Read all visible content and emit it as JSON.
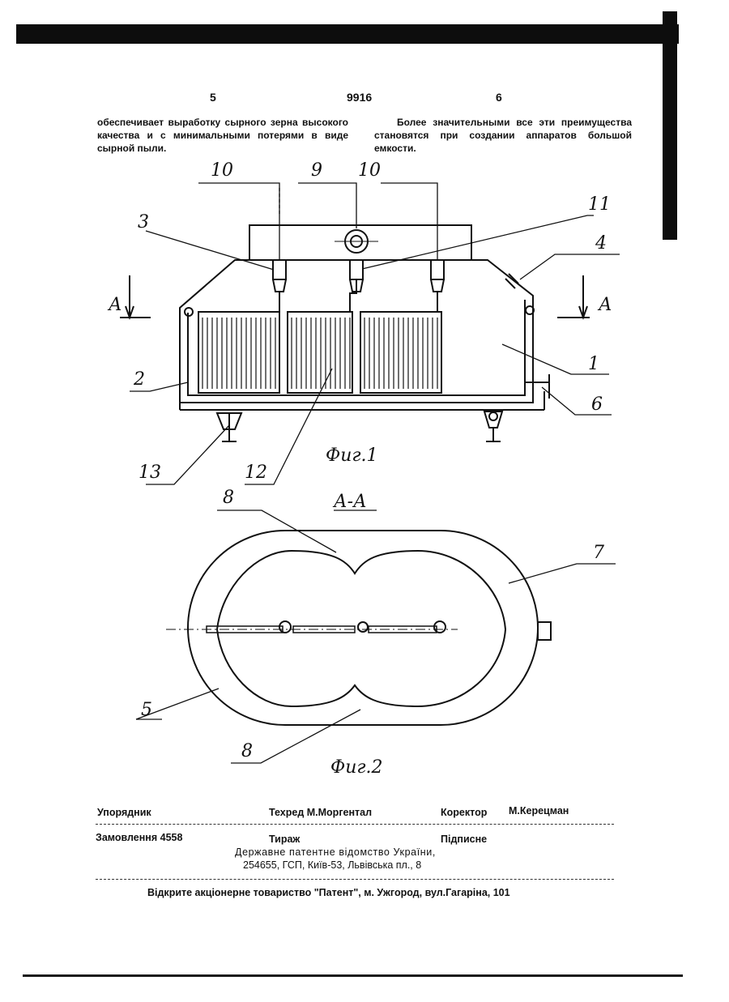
{
  "header": {
    "page_left": "5",
    "patent_number": "9916",
    "page_right": "6"
  },
  "text": {
    "left_column": "обеспечивает выработку сырного зерна высокого качества и с минимальными потерями в виде сырной пыли.",
    "right_column": "Более значительными все эти преимущества становятся при создании аппаратов большой емкости."
  },
  "figure1": {
    "caption": "Фиг.1",
    "labels": {
      "l10a": "10",
      "l9": "9",
      "l10b": "10",
      "l11": "11",
      "l3": "3",
      "l4": "4",
      "lA_left": "А",
      "lA_right": "А",
      "l1": "1",
      "l2": "2",
      "l6": "6",
      "l13": "13",
      "l12": "12"
    }
  },
  "figure2": {
    "caption": "Фиг.2",
    "section": "А-А",
    "labels": {
      "l8a": "8",
      "l7": "7",
      "l5": "5",
      "l8b": "8"
    }
  },
  "footer": {
    "compiler": "Упорядник",
    "techred": "Техред М.Моргентал",
    "corrector": "Коректор",
    "corrector_name": "М.Керецман",
    "order": "Замовлення  4558",
    "circulation": "Тираж",
    "subscription": "Підписне",
    "office_line1": "Державне патентне відомство України,",
    "office_line2": "254655, ГСП, Київ-53, Львівська пл., 8",
    "publisher": "Відкрите акціонерне товариство  \"Патент\", м. Ужгород, вул.Гагаріна, 101"
  }
}
